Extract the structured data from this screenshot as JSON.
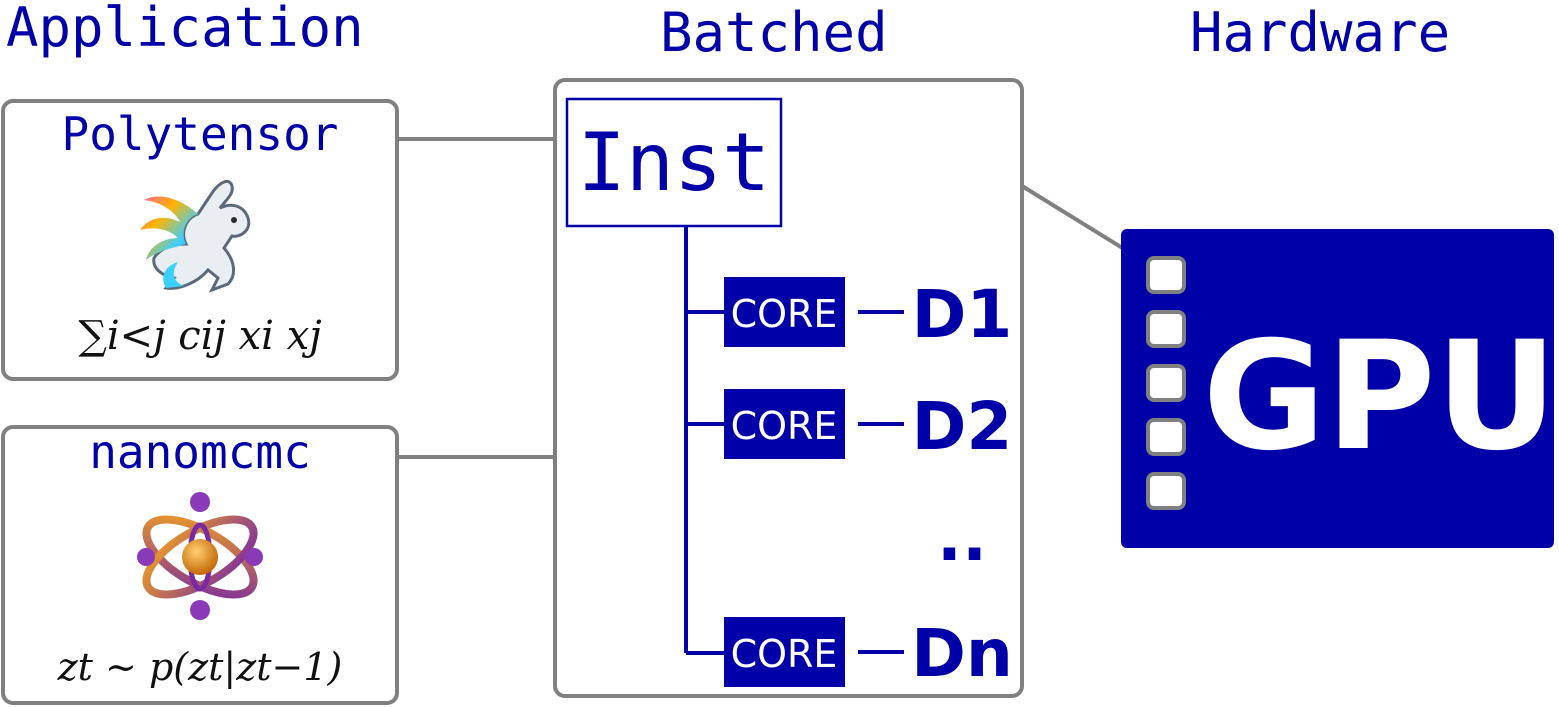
{
  "colors": {
    "accent": "#0000a8",
    "border_gray": "#808080",
    "white": "#ffffff"
  },
  "headers": {
    "application": "Application",
    "batched": "Batched",
    "hardware": "Hardware"
  },
  "apps": [
    {
      "name": "Polytensor",
      "icon": "rainbow-rabbit-icon",
      "formula": "∑i<j cij xi xj"
    },
    {
      "name": "nanomcmc",
      "icon": "atom-icon",
      "formula": "zt ∼ p(zt|zt−1)"
    }
  ],
  "batched": {
    "inst_label": "Inst",
    "core_label": "CORE",
    "devices": [
      "D1",
      "D2",
      "Dn"
    ],
    "ellipsis": ".."
  },
  "hardware": {
    "label": "GPU",
    "slot_count": 5
  }
}
